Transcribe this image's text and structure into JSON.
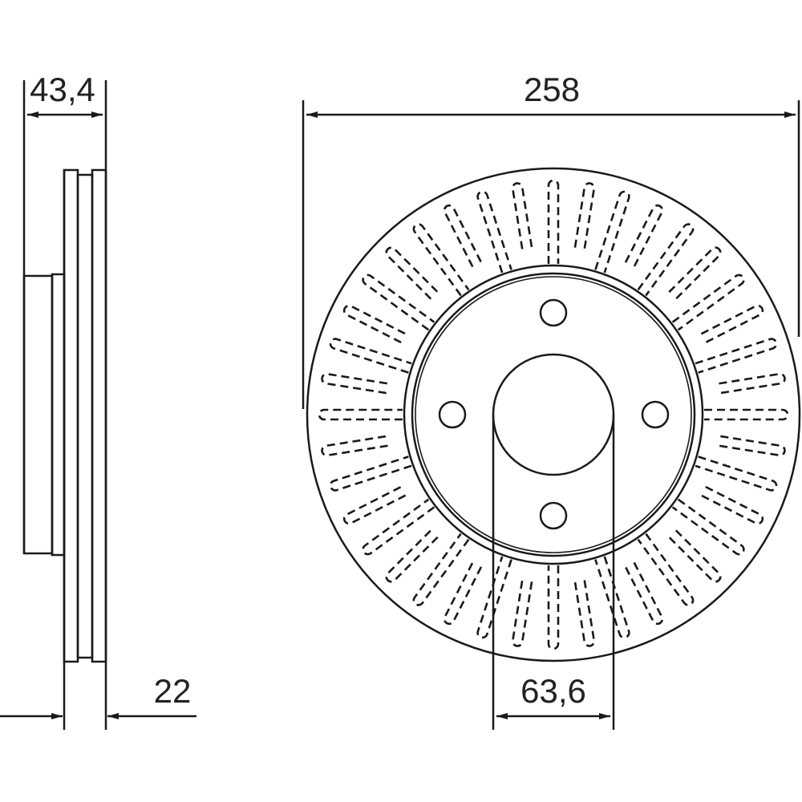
{
  "drawing": {
    "dimensions": {
      "overall_height": "43,4",
      "disc_thickness": "22",
      "diameter": "258",
      "center_bore": "63,6"
    },
    "bolt_holes": 4,
    "vent_count": 40,
    "line_color": "#1a1a1a"
  }
}
